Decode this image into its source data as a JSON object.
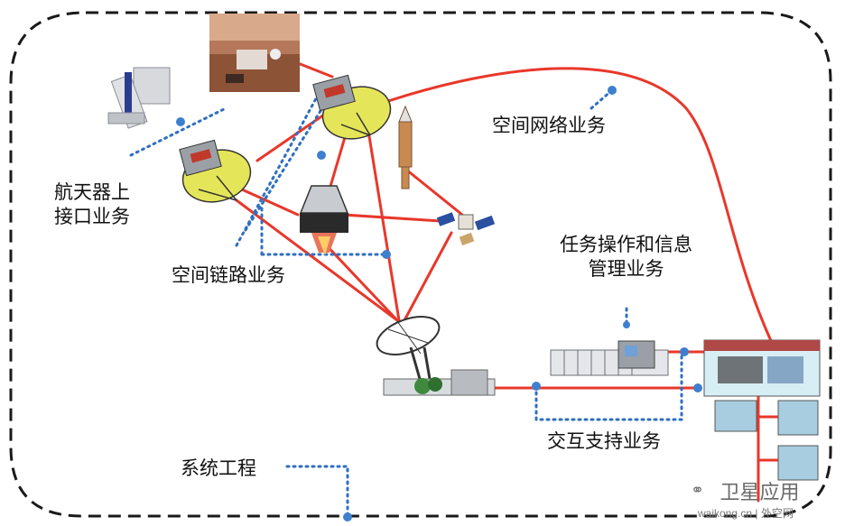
{
  "labels": {
    "spacecraft_interface": [
      "航天器上",
      "接口业务"
    ],
    "space_link": "空间链路业务",
    "space_network": "空间网络业务",
    "mission_ops": [
      "任务操作和信息",
      "管理业务"
    ],
    "cross_support": "交互支持业务",
    "system_engineering": "系统工程"
  },
  "watermark": {
    "name": "卫星应用",
    "url": "waikong.cn | 外空网"
  },
  "colors": {
    "link_red": "#e8382b",
    "dotted_blue": "#2f6fc1",
    "node_blue": "#3f7fd0",
    "boundary": "#1a1a1a"
  }
}
